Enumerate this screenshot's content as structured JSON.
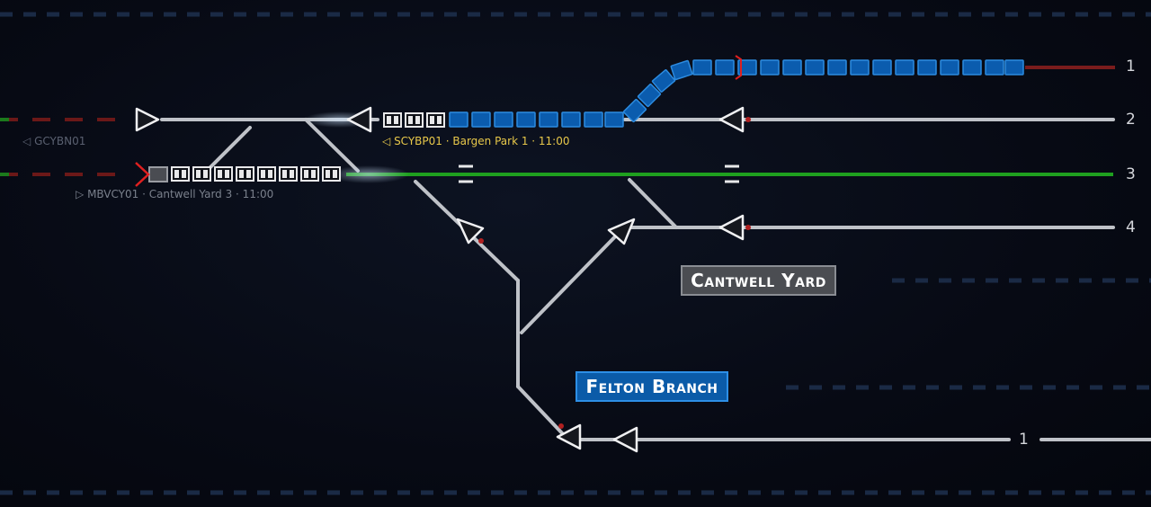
{
  "labels": {
    "yard": "Cantwell Yard",
    "branch": "Felton Branch"
  },
  "train_tags": [
    {
      "id": "GCYBN01",
      "text": "GCYBN01",
      "arrow": "◁"
    },
    {
      "id": "SCYBP01",
      "text": "SCYBP01 · Bargen Park  1 · 11:00",
      "arrow": "◁"
    },
    {
      "id": "MBVCY01",
      "text": "MBVCY01 · Cantwell Yard  3 · 11:00",
      "arrow": "▷"
    }
  ],
  "track_numbers": [
    "1",
    "2",
    "3",
    "4",
    "1"
  ],
  "colors": {
    "track": "#bfc2c8",
    "route_set": "#1fa01f",
    "occupied_blue": "#0b5cae",
    "signal_danger": "#e02020",
    "train_white": "#e8e8ea",
    "yard_box": "#4b4d52",
    "branch_box": "#0b5ba8",
    "tag_yellow": "#e8c84a"
  },
  "icons": [
    "signal-triangle-icon",
    "train-car-icon",
    "buffer-stop-icon"
  ]
}
